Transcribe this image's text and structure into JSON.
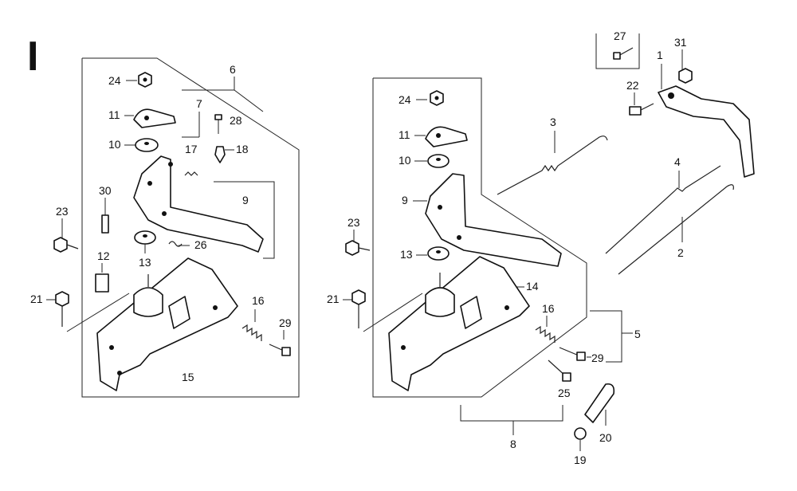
{
  "section_marker": "I",
  "left_assembly": {
    "callouts": {
      "c24": "24",
      "c11": "11",
      "c10": "10",
      "c7": "7",
      "c6": "6",
      "c28": "28",
      "c17": "17",
      "c18": "18",
      "c30": "30",
      "c23": "23",
      "c9": "9",
      "c26": "26",
      "c12": "12",
      "c13": "13",
      "c21": "21",
      "c16": "16",
      "c29": "29",
      "c15": "15"
    }
  },
  "right_assembly": {
    "callouts": {
      "c24": "24",
      "c11": "11",
      "c10": "10",
      "c9": "9",
      "c23": "23",
      "c13": "13",
      "c14": "14",
      "c21": "21",
      "c16": "16",
      "c29": "29",
      "c5": "5",
      "c25": "25",
      "c8": "8",
      "c19": "19",
      "c20": "20"
    }
  },
  "loose_parts": {
    "callouts": {
      "c27": "27",
      "c31": "31",
      "c1": "1",
      "c22": "22",
      "c3": "3",
      "c4": "4",
      "c2": "2"
    }
  }
}
